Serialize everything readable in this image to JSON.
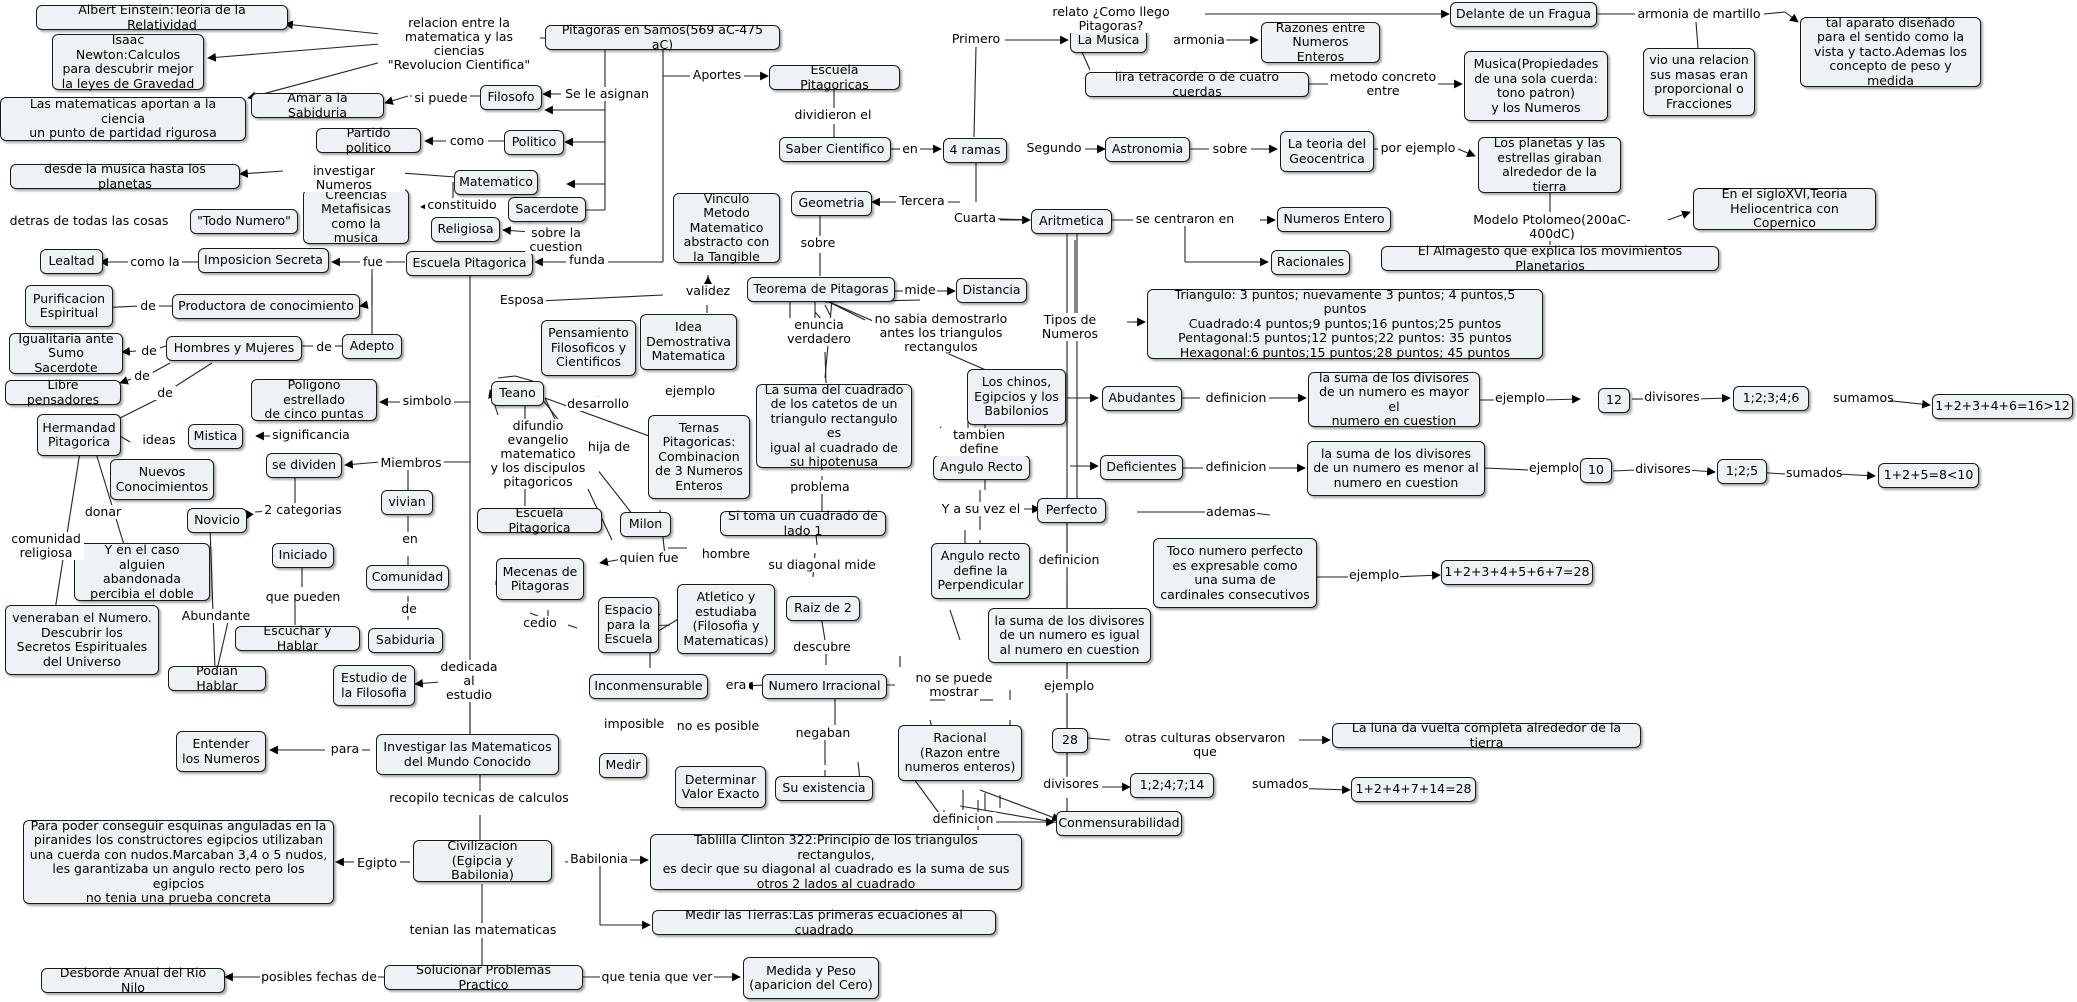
{
  "map": {
    "concepts": {
      "pitagoras": "Pitagoras en Samos(569 aC-475 aC)",
      "einstein": "Albert Einstein:Teoria de la Relatividad",
      "newton": "Isaac Newton:Calculos\npara descubrir mejor\nla leyes de Gravedad",
      "matematicas_ciencia": "Las matematicas aportan a la ciencia\nun punto de partidad rigurosa",
      "amar_sabiduria": "Amar a la Sabiduria",
      "filosofo": "Filosofo",
      "partido_politico": "Partido politico",
      "politico": "Politico",
      "musica_planetas": "desde la musica hasta los planetas",
      "matematico": "Matematico",
      "todo_numero": "\"Todo Numero\"",
      "creencias": "Creencias\nMetafisicas\ncomo la musica",
      "sacerdote": "Sacerdote",
      "religiosa": "Religiosa",
      "lealtad": "Lealtad",
      "imposicion": "Imposicion Secreta",
      "escuela_pitagorica": "Escuela Pitagorica",
      "purificacion": "Purificacion\nEspiritual",
      "productora": "Productora de conocimiento",
      "igualitaria": "Igualitaria ante\nSumo Sacerdote",
      "hombres_mujeres": "Hombres y Mujeres",
      "adepto": "Adepto",
      "libre_pensadores": "Libre pensadores",
      "poligono": "Poligono estrellado\nde cinco puntas",
      "hermandad": "Hermandad\nPitagorica",
      "mistica": "Mistica",
      "nuevos_conocimientos": "Nuevos\nConocimientos",
      "se_dividen": "se dividen",
      "vivian": "vivian",
      "novicio": "Novicio",
      "iniciado": "Iniciado",
      "comunidad": "Comunidad",
      "abandonada": "Y en el caso\nalguien abandonada\npercibia el doble",
      "veneraban": "veneraban el Numero.\nDescubrir los\nSecretos Espirituales\ndel Universo",
      "escuchar_hablar": "Escuchar y Hablar",
      "sabiduria": "Sabiduria",
      "podian_hablar": "Podian Hablar",
      "estudio_filosofia": "Estudio de\nla Filosofia",
      "entender_numeros": "Entender\nlos Numeros",
      "investigar": "Investigar las Matematicos\ndel Mundo Conocido",
      "egipto_nudos": "Para poder conseguir esquinas anguladas en la\npiranides los constructores egipcios utilizaban\nuna cuerda con nudos.Marcaban 3,4 o 5 nudos,\nles garantizaba un angulo recto pero los egipcios\nno tenia una prueba concreta",
      "civilizacion": "Civilizacion\n(Egipcia y Babilonia)",
      "desborde": "Desborde Anual del Rio Nilo",
      "solucionar": "Solucionar Problemas Practico",
      "medida_peso": "Medida y Peso\n(aparicion del Cero)",
      "tablilla": "Tablilla Clinton 322:Principio de los triangulos rectangulos,\nes decir que su diagonal al cuadrado es la suma de sus\notros 2 lados al cuadrado",
      "medir_tierras": "Medir las Tierras:Las primeras ecuaciones al cuadrado",
      "escuela_pitagoricas": "Escuela Pitagoricas",
      "saber_cientifico": "Saber Cientifico",
      "cuatro_ramas": "4 ramas",
      "geometria": "Geometria",
      "vinculo": "Vinculo Metodo\nMatematico\nabstracto con\nla Tangible",
      "teorema": "Teorema de Pitagoras",
      "distancia": "Distancia",
      "pensamiento": "Pensamiento\nFilosoficos y\nCientificos",
      "idea_demostrativa": "Idea\nDemostrativa\nMatematica",
      "teano": "Teano",
      "ternas": "Ternas\nPitagoricas:\nCombinacion\nde 3 Numeros\nEnteros",
      "suma_cuadrado": "La suma del cuadrado\nde los catetos de un\ntriangulo rectangulo es\nigual al cuadrado de\nsu hipotenusa",
      "escuela_pitagorica_2": "Escuela Pitagorica",
      "milon": "Milon",
      "mecenas": "Mecenas de\nPitagoras",
      "espacio_escuela": "Espacio\npara la\nEscuela",
      "atletico": "Atletico y\nestudiaba\n(Filosofia y\nMatematicas)",
      "si_toma": "Si toma un cuadrado de lado 1",
      "raiz2": "Raiz de 2",
      "inconmensurable": "Inconmensurable",
      "numero_irracional": "Numero Irracional",
      "medir": "Medir",
      "determinar": "Determinar\nValor Exacto",
      "su_existencia": "Su existencia",
      "racional": "Racional\n(Razon entre\nnumeros enteros)",
      "conmensurabilidad": "Conmensurabilidad",
      "chinos": "Los chinos,\nEgipcios y los\nBabilonios",
      "angulo_recto": "Angulo Recto",
      "angulo_perpendicular": "Angulo recto\ndefine la\nPerpendicular",
      "la_musica": "La Musica",
      "razones_enteros": "Razones entre\nNumeros Enteros",
      "lira": "lira tetracorde o de cuatro cuerdas",
      "musica_propiedades": "Musica(Propiedades\nde una sola cuerda:\ntono patron)\ny los Numeros",
      "fragua": "Delante de un Fragua",
      "relacion_martillo": "vio una relacion\nsus masas eran\nproporcional o\nFracciones",
      "aparato": "tal aparato diseñado\npara el sentido como la\nvista y tacto.Ademas los\nconcepto de peso y medida",
      "astronomia": "Astronomia",
      "geocentrica": "La teoria del\nGeocentrica",
      "planetas_estrellas": "Los planetas y las\nestrellas giraban\nalrededor de la tierra",
      "heliocentrica": "En el sigloXVI,Teoria\nHeliocentrica con Copernico",
      "almagesto": "El Almagesto que explica los movimientos Planetarios",
      "aritmetica": "Aritmetica",
      "numeros_entero": "Numeros Entero",
      "racionales": "Racionales",
      "tipos_numeros_box": "Triangulo: 3 puntos; nuevamente 3 puntos; 4 puntos,5 puntos\nCuadrado:4 puntos;9 puntos;16 puntos;25 puntos\nPentagonal:5 puntos;12 puntos;22 puntos: 35 puntos\nHexagonal:6 puntos;15 puntos;28 puntos; 45 puntos",
      "abudantes": "Abudantes",
      "def_abudantes": "la suma de los divisores\nde un numero es mayor el\nnumero en cuestion",
      "doce": "12",
      "div_doce": "1;2;3;4;6",
      "suma_doce": "1+2+3+4+6=16>12",
      "deficientes": "Deficientes",
      "def_deficientes": "la suma de los divisores\nde un numero es menor al\nnumero en cuestion",
      "diez": "10",
      "div_diez": "1;2;5",
      "suma_diez": "1+2+5=8<10",
      "perfecto": "Perfecto",
      "toco_perfecto": "Toco numero perfecto\nes expresable como\nuna suma de\ncardinales consecutivos",
      "suma_siete": "1+2+3+4+5+6+7=28",
      "def_perfecto": "la suma de los divisores\nde un numero es igual\nal numero en cuestion",
      "veintiocho": "28",
      "luna": "La luna da vuelta completa alrededor de la tierra",
      "div_veintiocho": "1;2;4;7;14",
      "suma_veintiocho": "1+2+4+7+14=28"
    },
    "linking_phrases": {
      "relacion_ciencias": "relacion entre la\nmatematica y las ciencias\n\"Revolucion Cientifica\"",
      "si_puede": "si puede",
      "se_le_asignan": "Se le asignan",
      "como": "como",
      "investigar_numeros": "investigar Numeros",
      "detras": "detras de todas las cosas",
      "constituido": "constituido",
      "sobre_cuestion": "sobre la\ncuestion",
      "como_la": "como la",
      "fue": "fue",
      "funda": "funda",
      "de_1": "de",
      "de_2": "de",
      "de_3": "de",
      "de_4": "de",
      "simbolo": "simbolo",
      "significancia": "significancia",
      "ideas": "ideas",
      "miembros": "Miembros",
      "dos_categorias": "2 categorias",
      "en": "en",
      "de_5": "de",
      "que_pueden": "que pueden",
      "abundante": "Abundante",
      "comunidad_religiosa": "comunidad\nreligiosa",
      "donar": "donar",
      "dedicada": "dedicada\nal\nestudio",
      "para": "para",
      "recopilo": "recopilo tecnicas de calculos",
      "egipto": "Egipto",
      "babilonia": "Babilonia",
      "tenian": "tenian las matematicas",
      "posibles_fechas": "posibles fechas de",
      "que_tenia": "que tenia que ver",
      "aportes": "Aportes",
      "dividieron": "dividieron el",
      "en_ramas": "en",
      "primero": "Primero",
      "segundo": "Segundo",
      "tercera": "Tercera",
      "cuarta": "Cuarta",
      "sobre_geo": "sobre",
      "validez": "validez",
      "mide": "mide",
      "esposa": "Esposa",
      "desarrollo": "desarrollo",
      "difundio": "difundio\nevangelio\nmatematico\ny los discipulos\npitagoricos",
      "hija_de": "hija de",
      "ejemplo_ternas": "ejemplo",
      "enuncia": "enuncia\nverdadero",
      "no_sabia": "no sabia demostrarlo\nantes los triangulos\nrectangulos",
      "problema": "problema",
      "su_diagonal": "su diagonal mide",
      "descubre": "descubre",
      "era": "era",
      "no_se_puede": "no se puede\nmostrar",
      "imposible": "imposible",
      "no_es_posible": "no es posible",
      "negaban": "negaban",
      "definicion_racional": "definicion",
      "quien_fue": "quien fue",
      "hombre": "hombre",
      "cedio": "cedio",
      "tambien_define": "tambien define",
      "y_a_su_vez": "Y a su vez el",
      "relato": "relato ¿Como llego Pitagoras?",
      "armonia": "armonia",
      "armonia_martillo": "armonia de martillo",
      "metodo_concreto": "metodo concreto\nentre",
      "sobre_astro": "sobre",
      "por_ejemplo": "por ejemplo",
      "modelo_ptolomeo": "Modelo Ptolomeo(200aC-400dC)",
      "se_centraron": "se centraron en",
      "tipos_numeros": "Tipos de Numeros",
      "definicion_abu": "definicion",
      "ejemplo_abu": "ejemplo",
      "divisores_abu": "divisores",
      "sumamos": "sumamos",
      "definicion_def": "definicion",
      "ejemplo_def": "ejemplo",
      "divisores_def": "divisores",
      "sumados_def": "sumados",
      "ademas": "ademas",
      "ejemplo_perf": "ejemplo",
      "definicion_perf": "definicion",
      "ejemplo_28": "ejemplo",
      "otras_culturas": "otras culturas observaron que",
      "divisores_28": "divisores",
      "sumados_28": "sumados"
    }
  }
}
